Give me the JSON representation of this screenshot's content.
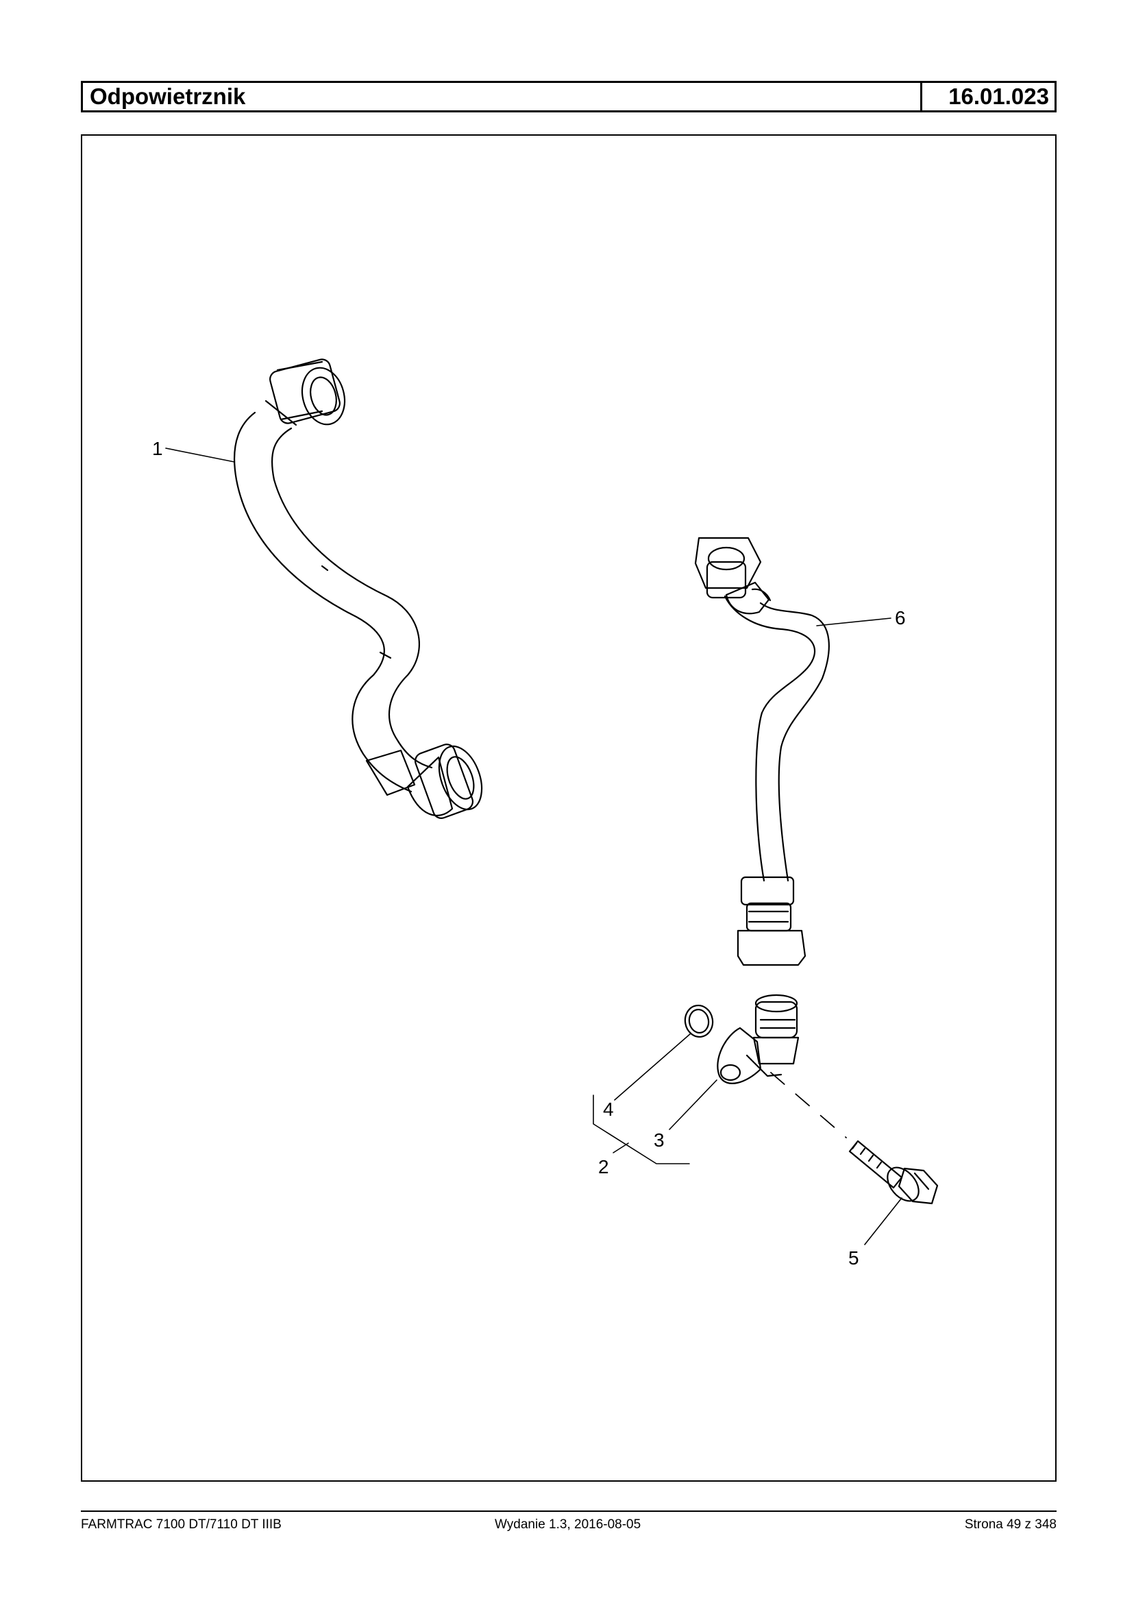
{
  "header": {
    "title": "Odpowietrznik",
    "code": "16.01.023"
  },
  "callouts": {
    "c1": "1",
    "c2": "2",
    "c3": "3",
    "c4": "4",
    "c5": "5",
    "c6": "6"
  },
  "footer": {
    "model": "FARMTRAC 7100 DT/7110 DT IIIB",
    "edition": "Wydanie 1.3,  2016-08-05",
    "page": "Strona 49 z 348"
  }
}
